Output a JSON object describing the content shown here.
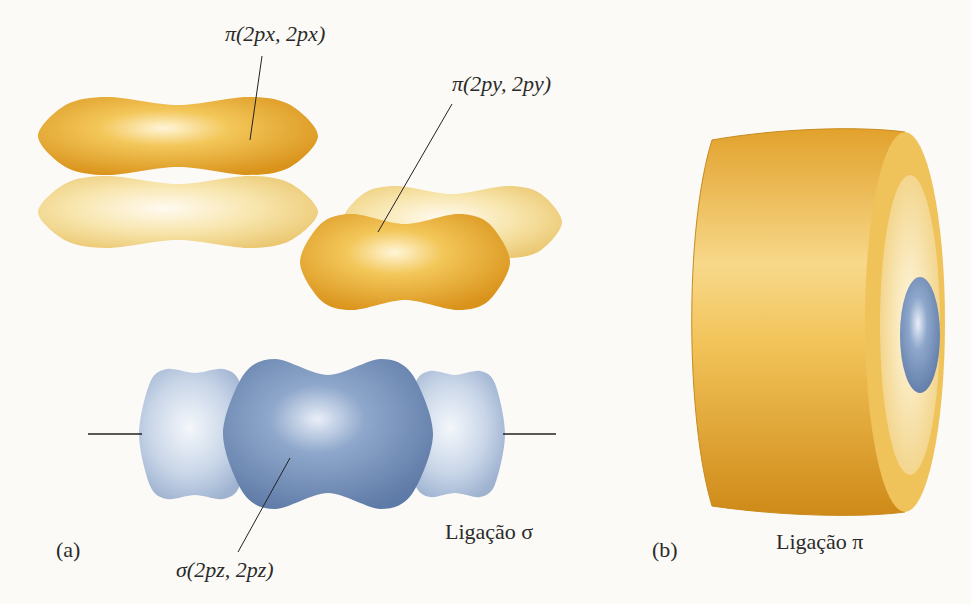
{
  "diagram": {
    "labels": [
      "π(2px, 2px)",
      "π(2py, 2py)",
      "Ligação σ",
      "(a)",
      "σ(2pz, 2pz)",
      "(b)",
      "Ligação π"
    ]
  }
}
